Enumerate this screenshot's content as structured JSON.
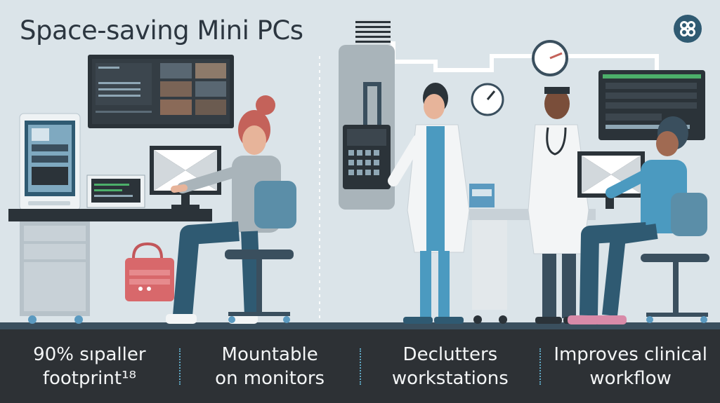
{
  "title": "Space-saving Mini PCs",
  "features": [
    {
      "line1": "90% sıpaller",
      "line2": "footprint¹⁸"
    },
    {
      "line1": "Mountable",
      "line2": "on monitors"
    },
    {
      "line1": "Declutters",
      "line2": "workstations"
    },
    {
      "line1": "Improves clinical",
      "line2": "workflow"
    }
  ],
  "icons": {
    "logo": "x-knot-icon"
  },
  "colors": {
    "background": "#dbe4e9",
    "footer": "#2d3135",
    "accent": "#2f5a72",
    "separator": "#5fa8c4"
  }
}
